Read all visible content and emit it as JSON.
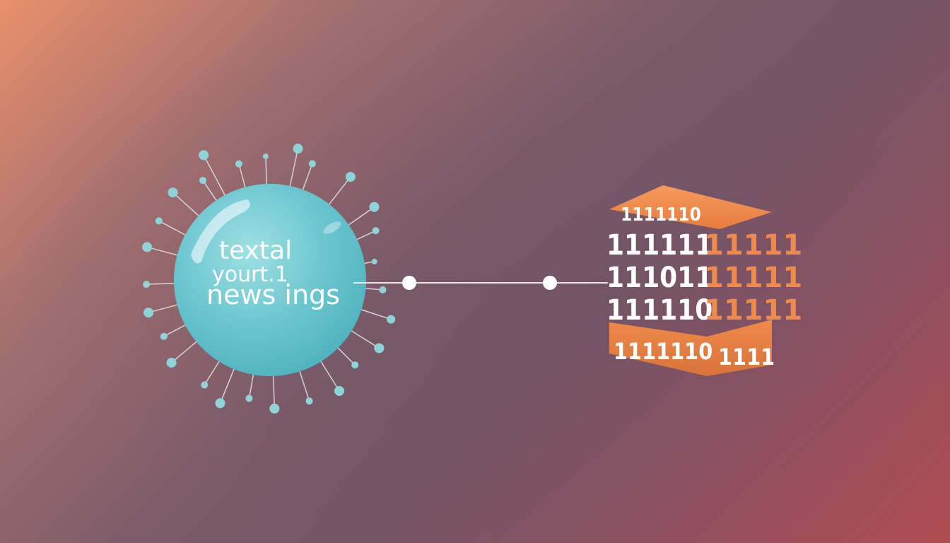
{
  "bubble": {
    "line1": "textal",
    "line2": "yourt.1",
    "line3": "news ings"
  },
  "binary_block": {
    "top_row": "1111110",
    "rows": [
      {
        "left": "111111",
        "right": "11111"
      },
      {
        "left": "111011",
        "right": "11111"
      },
      {
        "left": "111110",
        "right": "11111"
      }
    ],
    "bottom_left": "1111110",
    "bottom_right": "1111"
  },
  "colors": {
    "bubble": "#6cc6cf",
    "antenna_dot": "#8fd3d9",
    "binary_orange": "#f08a4b",
    "connector": "#ffffff"
  }
}
